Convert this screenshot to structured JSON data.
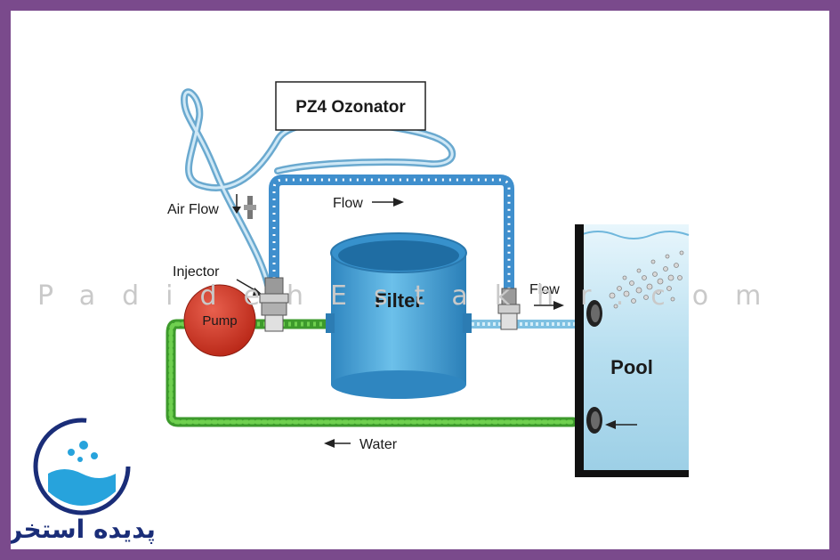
{
  "diagram": {
    "ozonator_label": "PZ4 Ozonator",
    "air_flow_label": "Air Flow",
    "flow_top_label": "Flow",
    "flow_right_label": "Flow",
    "injector_label": "Injector",
    "pump_label": "Pump",
    "filter_label": "Filter",
    "pool_label": "Pool",
    "water_label": "Water"
  },
  "watermark": {
    "text": "PadidehEstakhr.com"
  },
  "logo": {
    "text": "پدیده استخر"
  },
  "colors": {
    "frame": "#7a4a8c",
    "pipe_green": "#4fb83a",
    "hose_blue": "#8ec8e8",
    "pump_red": "#d63a2a",
    "filter_blue": "#4aa6d8",
    "pool_water": "#bfe3f2"
  }
}
